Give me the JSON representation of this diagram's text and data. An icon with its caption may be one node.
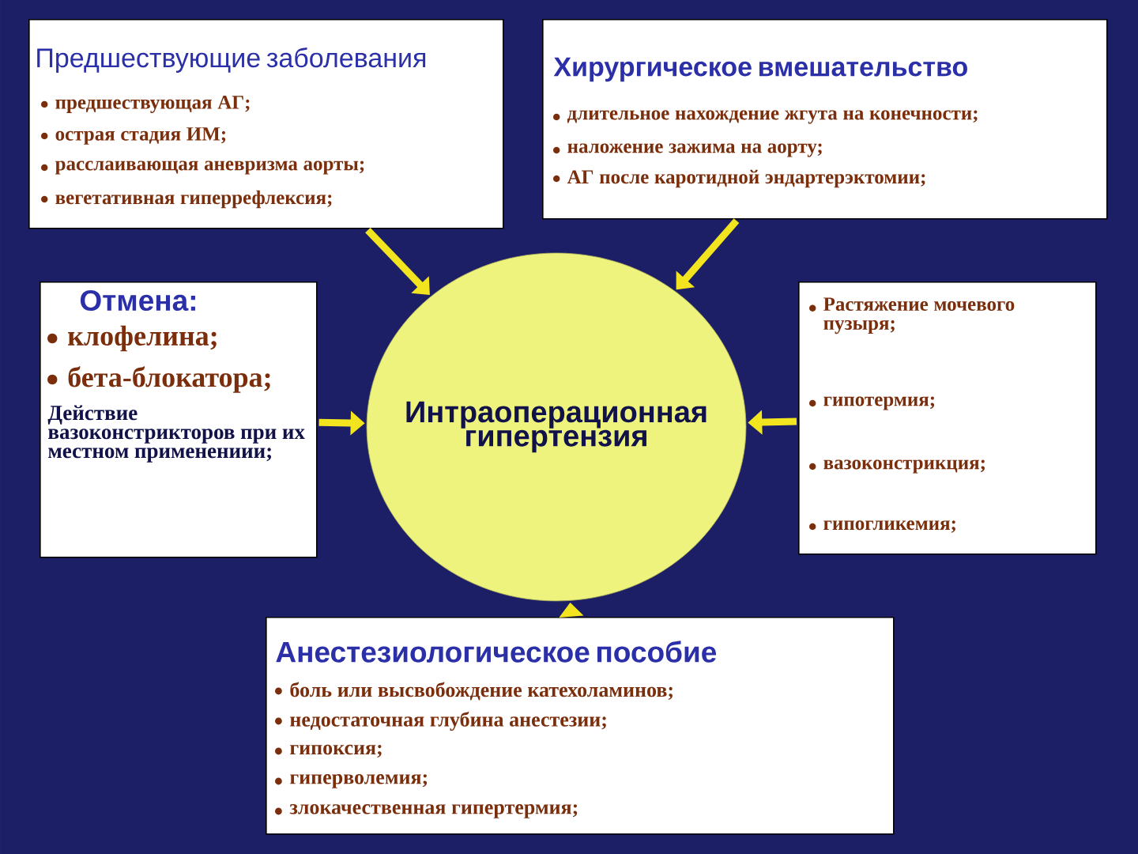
{
  "diagram": {
    "nodes": [
      {
        "text": [
          "Предшествующие заболевания",
          "предшествующая АГ;",
          "острая стадия ИМ;",
          "расслаивающая аневризма аорты;",
          "вегетативная гиперрефлексия;"
        ]
      },
      {
        "text": [
          "Хирургическое вмешательство",
          "длительное нахождение жгута на конечности;",
          "наложение зажима на аорту;",
          "АГ после каротидной эндартерэктомии;"
        ]
      },
      {
        "text": [
          "Отмена:",
          "клофелина;",
          "бета-блокатора;",
          "Действие вазоконстрикторов при их местном применениии;"
        ]
      },
      {
        "text": [
          "Интраоперационная гипертензия"
        ]
      },
      {
        "text": [
          "Растяжение мочевого пузыря;",
          "гипотермия;",
          "вазоконстрикция;",
          "гипогликемия;"
        ]
      },
      {
        "text": [
          "Анестезиологическое пособие",
          "боль или высвобождение катехоламинов;",
          "недостаточная глубина анестезии;",
          "гипоксия;",
          "гиперволемия;",
          "злокачественная гипертермия;"
        ]
      }
    ],
    "edges": [
      {
        "from": 0,
        "to": 3,
        "arrow": "to"
      },
      {
        "from": 1,
        "to": 3,
        "arrow": "to"
      },
      {
        "from": 2,
        "to": 3,
        "arrow": "to"
      },
      {
        "from": 4,
        "to": 3,
        "arrow": "to"
      },
      {
        "from": 5,
        "to": 3,
        "arrow": "to"
      }
    ]
  }
}
